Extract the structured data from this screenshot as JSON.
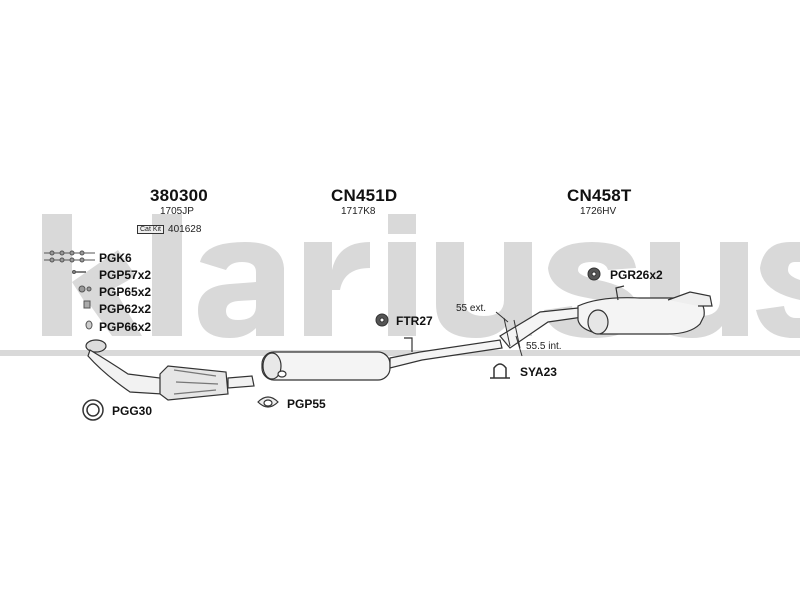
{
  "watermark": "klarius",
  "groups": [
    {
      "part": "380300",
      "sub": "1705JP"
    },
    {
      "part": "CN451D",
      "sub": "1717K8"
    },
    {
      "part": "CN458T",
      "sub": "1726HV"
    }
  ],
  "catkit": {
    "badge": "Cat Kit",
    "number": "401628"
  },
  "fittings": [
    {
      "label": "PGK6"
    },
    {
      "label": "PGP57x2"
    },
    {
      "label": "PGP65x2"
    },
    {
      "label": "PGP62x2"
    },
    {
      "label": "PGP66x2"
    },
    {
      "label": "PGG30"
    },
    {
      "label": "PGP55"
    },
    {
      "label": "FTR27"
    },
    {
      "label": "SYA23"
    },
    {
      "label": "PGR26x2"
    }
  ],
  "dimensions": {
    "ext": "55 ext.",
    "int": "55.5 int."
  }
}
